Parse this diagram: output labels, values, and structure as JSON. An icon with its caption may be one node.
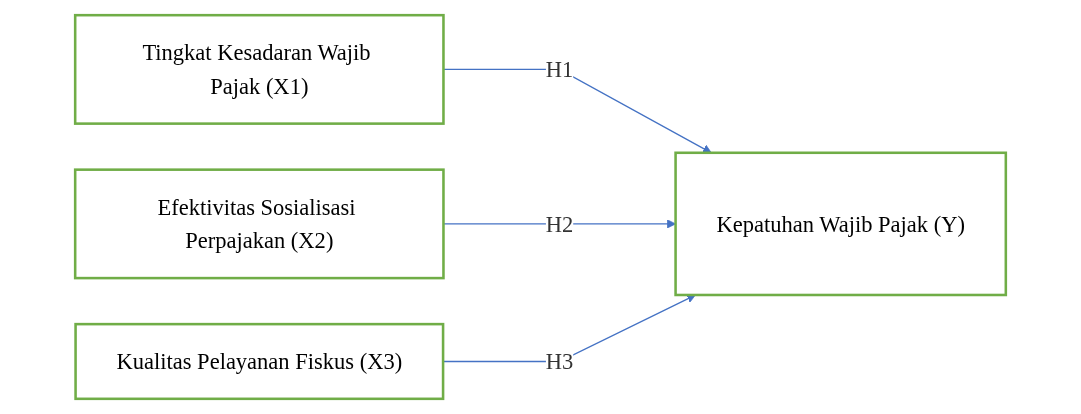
{
  "diagram": {
    "nodes": [
      {
        "text": [
          "Tingkat Kesadaran Wajib Pajak (X1)"
        ]
      },
      {
        "text": [
          "Efektivitas Sosialisasi Perpajakan (X2)"
        ]
      },
      {
        "text": [
          "Kualitas Pelayanan Fiskus (X3)"
        ]
      },
      {
        "text": [
          "Kepatuhan Wajib Pajak (Y)"
        ]
      }
    ],
    "edges": [
      {
        "from": 0,
        "to": 3,
        "arrow": "to",
        "label": "H1"
      },
      {
        "from": 1,
        "to": 3,
        "arrow": "to",
        "label": "H2"
      },
      {
        "from": 2,
        "to": 3,
        "arrow": "to",
        "label": "H3"
      }
    ]
  }
}
